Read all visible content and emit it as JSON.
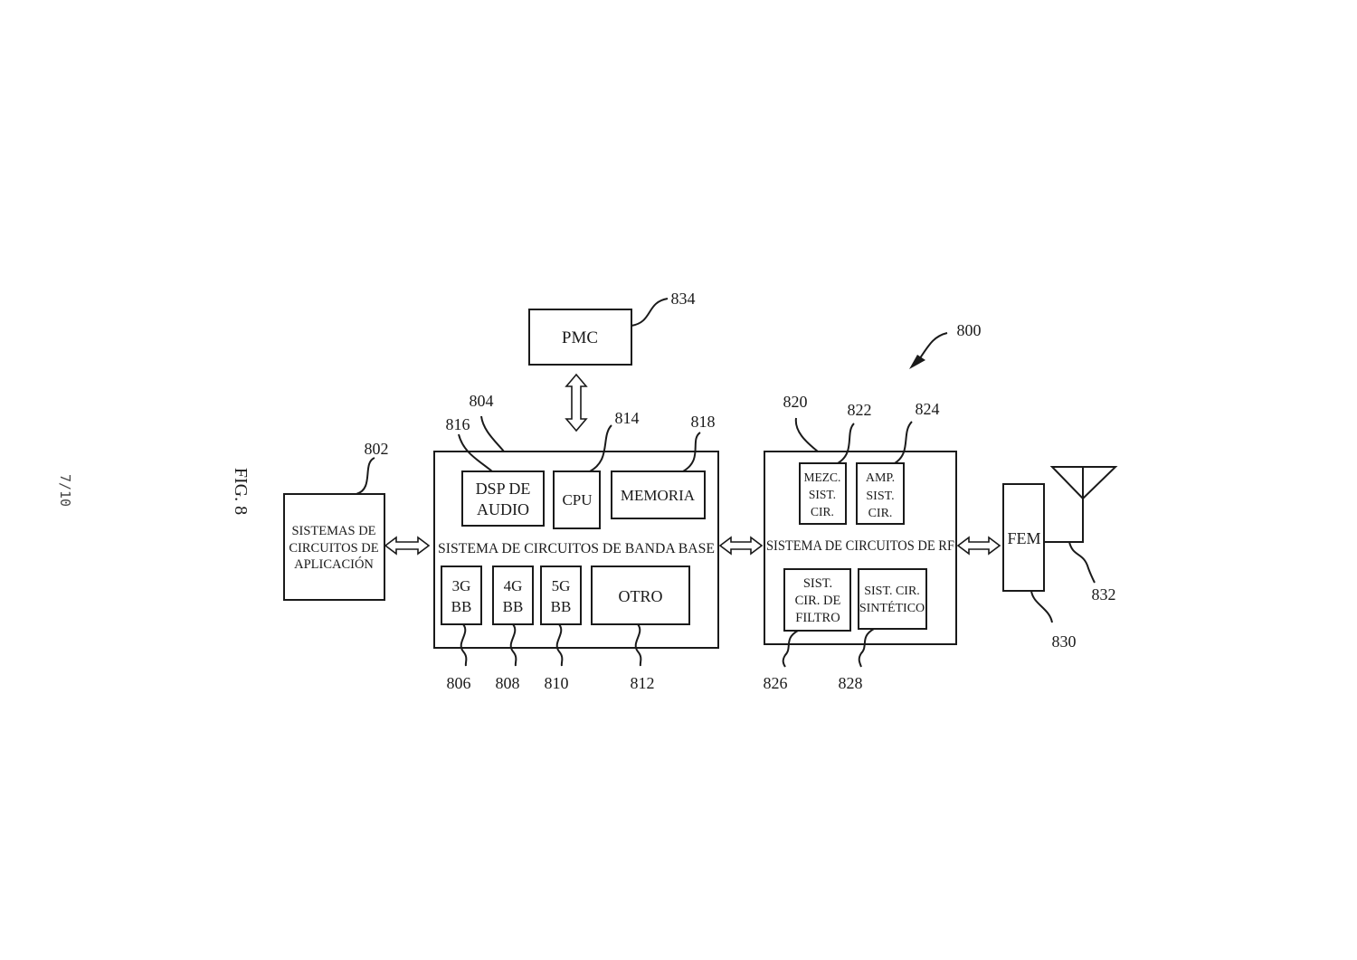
{
  "page_number": "7/10",
  "figure_label": "FIG. 8",
  "refs": {
    "r800": "800",
    "r802": "802",
    "r804": "804",
    "r806": "806",
    "r808": "808",
    "r810": "810",
    "r812": "812",
    "r814": "814",
    "r816": "816",
    "r818": "818",
    "r820": "820",
    "r822": "822",
    "r824": "824",
    "r826": "826",
    "r828": "828",
    "r830": "830",
    "r832": "832",
    "r834": "834"
  },
  "blocks": {
    "pmc": "PMC",
    "app": [
      "SISTEMAS DE",
      "CIRCUITOS DE",
      "APLICACIÓN"
    ],
    "baseband": "SISTEMA DE CIRCUITOS DE BANDA BASE",
    "audio_dsp": [
      "DSP DE",
      "AUDIO"
    ],
    "cpu": "CPU",
    "memory": "MEMORIA",
    "bb3g": [
      "3G",
      "BB"
    ],
    "bb4g": [
      "4G",
      "BB"
    ],
    "bb5g": [
      "5G",
      "BB"
    ],
    "other": "OTRO",
    "rf": "SISTEMA DE CIRCUITOS DE RF",
    "mixer": [
      "MEZC.",
      "SIST.",
      "CIR."
    ],
    "amp": [
      "AMP.",
      "SIST.",
      "CIR."
    ],
    "filter": [
      "SIST.",
      "CIR. DE",
      "FILTRO"
    ],
    "synth": [
      "SIST. CIR.",
      "SINTÉTICO"
    ],
    "fem": "FEM"
  }
}
